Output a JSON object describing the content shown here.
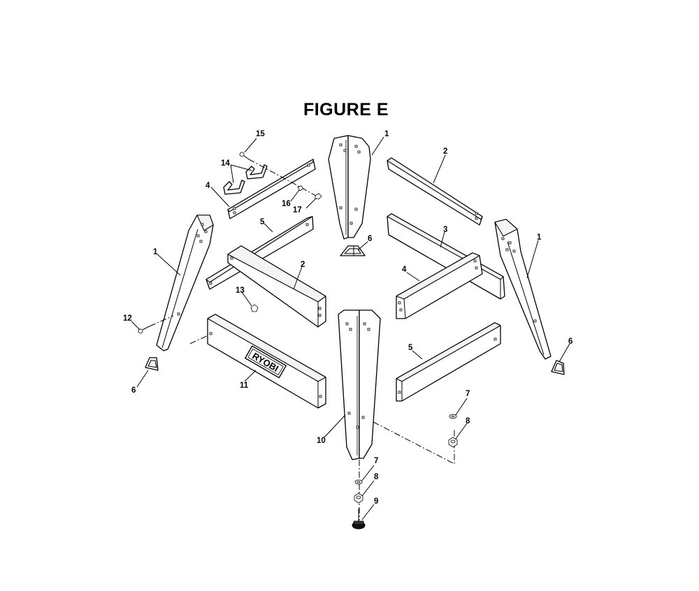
{
  "figure": {
    "title": "FIGURE E"
  },
  "brand": {
    "logo_text": "RYOBI"
  },
  "callouts": [
    {
      "id": "c1a",
      "text": "1"
    },
    {
      "id": "c2a",
      "text": "2"
    },
    {
      "id": "c15",
      "text": "15"
    },
    {
      "id": "c14",
      "text": "14"
    },
    {
      "id": "c4a",
      "text": "4"
    },
    {
      "id": "c16",
      "text": "16"
    },
    {
      "id": "c17",
      "text": "17"
    },
    {
      "id": "c5a",
      "text": "5"
    },
    {
      "id": "c1b",
      "text": "1"
    },
    {
      "id": "c2b",
      "text": "2"
    },
    {
      "id": "c6a",
      "text": "6"
    },
    {
      "id": "c3",
      "text": "3"
    },
    {
      "id": "c1c",
      "text": "1"
    },
    {
      "id": "c4b",
      "text": "4"
    },
    {
      "id": "c13",
      "text": "13"
    },
    {
      "id": "c12",
      "text": "12"
    },
    {
      "id": "c6b",
      "text": "6"
    },
    {
      "id": "c11",
      "text": "11"
    },
    {
      "id": "c5b",
      "text": "5"
    },
    {
      "id": "c6c",
      "text": "6"
    },
    {
      "id": "c7a",
      "text": "7"
    },
    {
      "id": "c8a",
      "text": "8"
    },
    {
      "id": "c10",
      "text": "10"
    },
    {
      "id": "c7b",
      "text": "7"
    },
    {
      "id": "c8b",
      "text": "8"
    },
    {
      "id": "c9",
      "text": "9"
    }
  ]
}
